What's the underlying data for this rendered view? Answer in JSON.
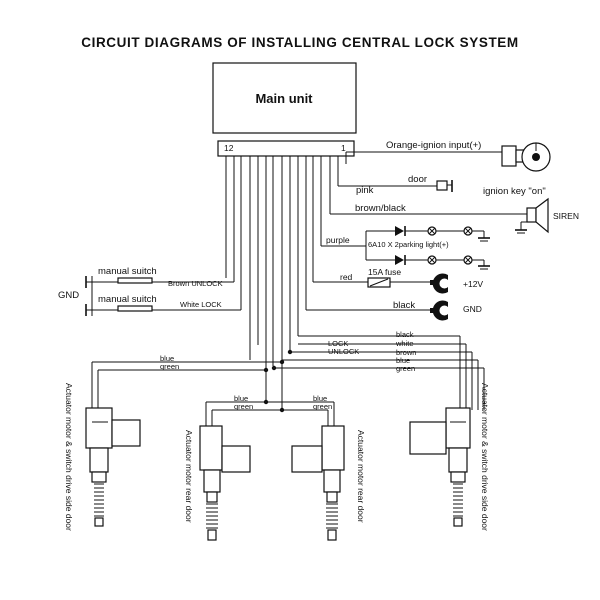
{
  "title": "CIRCUIT DIAGRAMS OF INSTALLING CENTRAL LOCK SYSTEM",
  "main_unit": {
    "label": "Main unit",
    "pin_left": "12",
    "pin_right": "1"
  },
  "ignition": {
    "wire_label": "Orange-ignion input(+)",
    "key_label": "ignion key \"on\""
  },
  "door": {
    "label": "door",
    "wire": "pink"
  },
  "siren": {
    "wire": "brown/black",
    "label": "SIREN"
  },
  "parking": {
    "wire": "purple",
    "label": "6A10 X 2parking light(+)"
  },
  "power": {
    "wire": "red",
    "fuse": "15A fuse",
    "label": "+12V"
  },
  "ground": {
    "wire": "black",
    "label": "GND"
  },
  "manual": {
    "switch1": "manual suitch",
    "switch2": "manual suitch",
    "wire1": "Brown UNLOCK",
    "wire2": "White LOCK",
    "gnd": "GND"
  },
  "bus": {
    "lock": "LOCK",
    "unlock": "UNLOCK",
    "colors": [
      "black",
      "white",
      "brown",
      "blue",
      "green"
    ]
  },
  "actuator_wires": {
    "left_blue": "blue",
    "left_green": "green",
    "mid_blue_1": "blue",
    "mid_green_1": "green",
    "mid_blue_2": "blue",
    "mid_green_2": "green"
  },
  "actuators": {
    "left": "Actuator motor & switch drive side door",
    "rear1": "Actuator motor rear door",
    "rear2": "Actuator motor rear door",
    "right": "Actuator motor & switch drive side door"
  }
}
